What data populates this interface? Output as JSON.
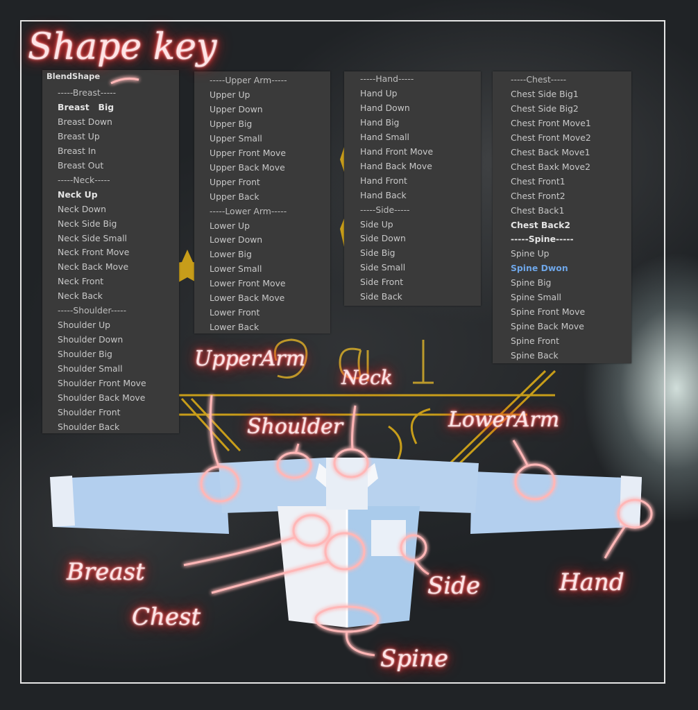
{
  "title": "Shape key",
  "panels": {
    "col1": {
      "header": "BlendShape",
      "items": [
        {
          "text": "-----Breast-----",
          "kind": "sep"
        },
        {
          "text": "Breast   Big",
          "kind": "bold"
        },
        {
          "text": "Breast Down",
          "kind": ""
        },
        {
          "text": "Breast Up",
          "kind": ""
        },
        {
          "text": "Breast In",
          "kind": ""
        },
        {
          "text": "Breast Out",
          "kind": ""
        },
        {
          "text": "-----Neck-----",
          "kind": "sep"
        },
        {
          "text": "Neck Up",
          "kind": "bold"
        },
        {
          "text": "Neck Down",
          "kind": ""
        },
        {
          "text": "Neck Side Big",
          "kind": ""
        },
        {
          "text": "Neck Side Small",
          "kind": ""
        },
        {
          "text": "Neck Front Move",
          "kind": ""
        },
        {
          "text": "Neck Back Move",
          "kind": ""
        },
        {
          "text": "Neck Front",
          "kind": ""
        },
        {
          "text": "Neck Back",
          "kind": ""
        },
        {
          "text": "-----Shoulder-----",
          "kind": "sep"
        },
        {
          "text": "Shoulder Up",
          "kind": ""
        },
        {
          "text": "Shoulder Down",
          "kind": ""
        },
        {
          "text": "Shoulder Big",
          "kind": ""
        },
        {
          "text": "Shoulder Small",
          "kind": ""
        },
        {
          "text": "Shoulder Front Move",
          "kind": ""
        },
        {
          "text": "Shoulder Back Move",
          "kind": ""
        },
        {
          "text": "Shoulder Front",
          "kind": ""
        },
        {
          "text": "Shoulder Back",
          "kind": ""
        }
      ]
    },
    "col2": {
      "items": [
        {
          "text": "-----Upper Arm-----",
          "kind": "sep"
        },
        {
          "text": "Upper Up",
          "kind": ""
        },
        {
          "text": "Upper Down",
          "kind": ""
        },
        {
          "text": "Upper Big",
          "kind": ""
        },
        {
          "text": "Upper Small",
          "kind": ""
        },
        {
          "text": "Upper Front Move",
          "kind": ""
        },
        {
          "text": "Upper Back Move",
          "kind": ""
        },
        {
          "text": "Upper Front",
          "kind": ""
        },
        {
          "text": "Upper Back",
          "kind": ""
        },
        {
          "text": "-----Lower Arm-----",
          "kind": "sep"
        },
        {
          "text": "Lower Up",
          "kind": ""
        },
        {
          "text": "Lower Down",
          "kind": ""
        },
        {
          "text": "Lower Big",
          "kind": ""
        },
        {
          "text": "Lower Small",
          "kind": ""
        },
        {
          "text": "Lower Front Move",
          "kind": ""
        },
        {
          "text": "Lower Back Move",
          "kind": ""
        },
        {
          "text": "Lower Front",
          "kind": ""
        },
        {
          "text": "Lower Back",
          "kind": ""
        }
      ]
    },
    "col3": {
      "items": [
        {
          "text": "-----Hand-----",
          "kind": "sep"
        },
        {
          "text": "Hand Up",
          "kind": ""
        },
        {
          "text": "Hand Down",
          "kind": ""
        },
        {
          "text": "Hand Big",
          "kind": ""
        },
        {
          "text": "Hand Small",
          "kind": ""
        },
        {
          "text": "Hand Front Move",
          "kind": ""
        },
        {
          "text": "Hand Back Move",
          "kind": ""
        },
        {
          "text": "Hand Front",
          "kind": ""
        },
        {
          "text": "Hand Back",
          "kind": ""
        },
        {
          "text": "-----Side-----",
          "kind": "sep"
        },
        {
          "text": "Side Up",
          "kind": ""
        },
        {
          "text": "Side Down",
          "kind": ""
        },
        {
          "text": "Side Big",
          "kind": ""
        },
        {
          "text": "Side Small",
          "kind": ""
        },
        {
          "text": "Side Front",
          "kind": ""
        },
        {
          "text": "Side Back",
          "kind": ""
        }
      ]
    },
    "col4": {
      "items": [
        {
          "text": "-----Chest-----",
          "kind": "sep"
        },
        {
          "text": "Chest Side Big1",
          "kind": ""
        },
        {
          "text": "Chest Side Big2",
          "kind": ""
        },
        {
          "text": "Chest Front Move1",
          "kind": ""
        },
        {
          "text": "Chest Front Move2",
          "kind": ""
        },
        {
          "text": "Chest Back Move1",
          "kind": ""
        },
        {
          "text": "Chest Baxk Move2",
          "kind": ""
        },
        {
          "text": "Chest Front1",
          "kind": ""
        },
        {
          "text": "Chest Front2",
          "kind": ""
        },
        {
          "text": "Chest Back1",
          "kind": ""
        },
        {
          "text": "Chest Back2",
          "kind": "bold"
        },
        {
          "text": "-----Spine-----",
          "kind": "bold"
        },
        {
          "text": "Spine Up",
          "kind": ""
        },
        {
          "text": "Spine Dwon",
          "kind": "sel"
        },
        {
          "text": "Spine Big",
          "kind": ""
        },
        {
          "text": "Spine Small",
          "kind": ""
        },
        {
          "text": "Spine Front Move",
          "kind": ""
        },
        {
          "text": "Spine Back Move",
          "kind": ""
        },
        {
          "text": "Spine Front",
          "kind": ""
        },
        {
          "text": "Spine Back",
          "kind": ""
        }
      ]
    }
  },
  "labels": {
    "upper_arm": "UpperArm",
    "neck": "Neck",
    "shoulder": "Shoulder",
    "lower_arm": "LowerArm",
    "breast": "Breast",
    "chest": "Chest",
    "side": "Side",
    "hand": "Hand",
    "spine": "Spine"
  },
  "colors": {
    "neon": "#ff3a3a",
    "panel_bg": "#3a3a3a",
    "panel_text": "#c8c8c8",
    "selected_text": "#6ea6e8",
    "shirt_light": "#b9d3ee",
    "shirt_white": "#eef1f6",
    "deco_gold": "#e8b820"
  }
}
